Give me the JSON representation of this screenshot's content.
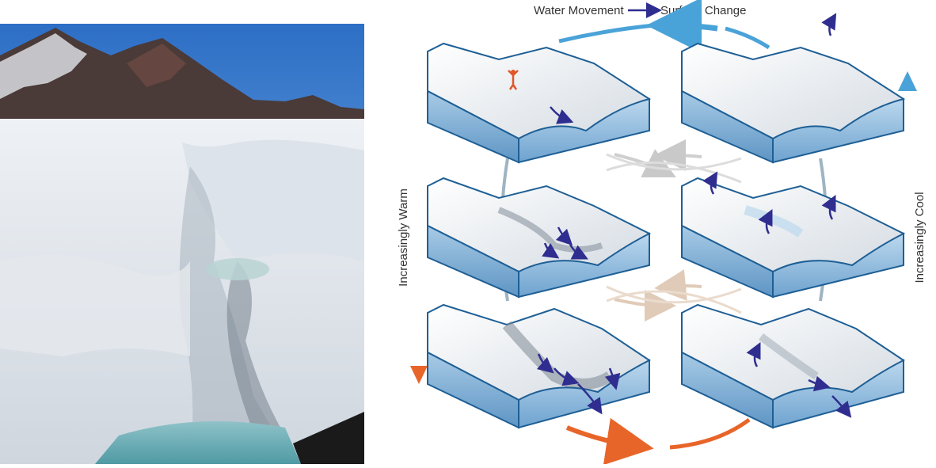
{
  "legend": {
    "left_label": "Water Movement",
    "right_label": "Surface Change"
  },
  "axis_labels": {
    "left": "Increasingly Warm",
    "right": "Increasingly Cool"
  },
  "colors": {
    "warm": "#e8652a",
    "cool": "#4aa3d8",
    "water_arrow": "#2f2d8f",
    "ice_side": "#7fb0d6",
    "ice_outline": "#1e5f95",
    "person": "#e0572a"
  }
}
